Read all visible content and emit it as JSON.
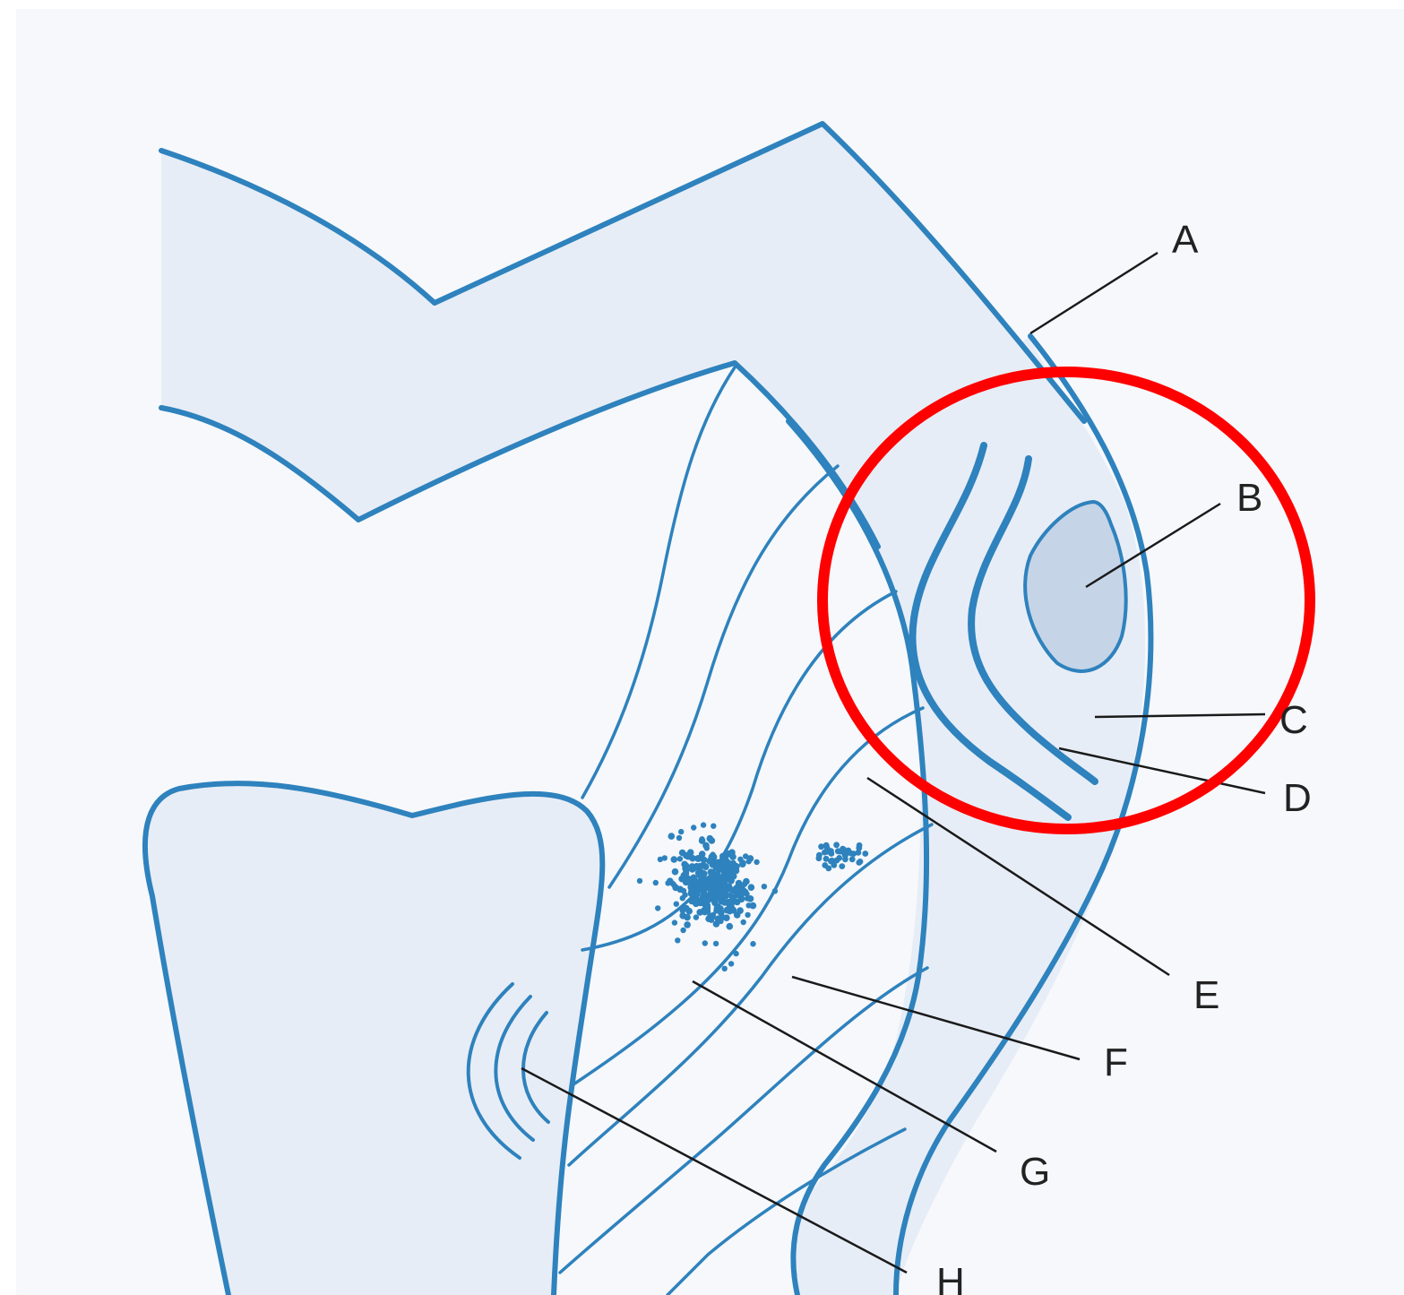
{
  "diagram": {
    "labels": {
      "a": "A",
      "b": "B",
      "c": "C",
      "d": "D",
      "e": "E",
      "f": "F",
      "g": "G",
      "h": "H"
    },
    "colors": {
      "structure_stroke": "#2e82bd",
      "structure_fill": "#e7edf6",
      "nucleus_fill": "#c6d4e8",
      "leader_line": "#1a1a1a",
      "highlight_circle": "#ff0000",
      "label_text": "#222222"
    }
  }
}
